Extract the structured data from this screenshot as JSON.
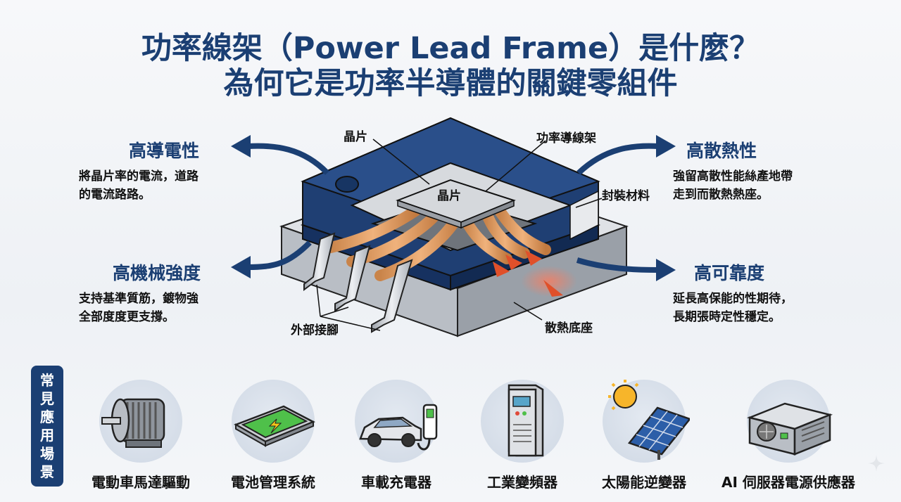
{
  "title": {
    "line1": "功率線架（Power Lead Frame）是什麼？",
    "line2": "為何它是功率半導體的關鍵零組件"
  },
  "features": [
    {
      "heading": "高導電性",
      "desc": "將晶片率的電流，道路\n的電流路路。"
    },
    {
      "heading": "高機械強度",
      "desc": "支持基準質筋，鍍物強\n全部度度更支撐。"
    },
    {
      "heading": "高散熱性",
      "desc": "強留高散性能絲產地帶\n走到而散熱熱座。"
    },
    {
      "heading": "高可靠度",
      "desc": "延長高保能的性期待，\n長期張時定性穩定。"
    }
  ],
  "diagram_labels": {
    "chip_top": "晶片",
    "chip_center": "晶片",
    "lead_frame": "功率導線架",
    "encapsulation": "封裝材料",
    "external_leads": "外部接腳",
    "heat_sink": "散熱底座"
  },
  "applications": {
    "tag": [
      "常",
      "見",
      "應",
      "用",
      "場",
      "景"
    ],
    "items": [
      {
        "label": "電動車馬達驅動",
        "icon": "motor-icon"
      },
      {
        "label": "電池管理系統",
        "icon": "battery-icon"
      },
      {
        "label": "車載充電器",
        "icon": "ev-charger-icon"
      },
      {
        "label": "工業變頻器",
        "icon": "inverter-cabinet-icon"
      },
      {
        "label": "太陽能逆變器",
        "icon": "solar-panel-icon"
      },
      {
        "label": "AI 伺服器電源供應器",
        "icon": "server-psu-icon"
      }
    ]
  },
  "colors": {
    "title_blue": "#1b3f73",
    "encapsulation_blue": "#1f3f73",
    "copper": "#d9955a",
    "heat_arrow": "#e0502a"
  }
}
